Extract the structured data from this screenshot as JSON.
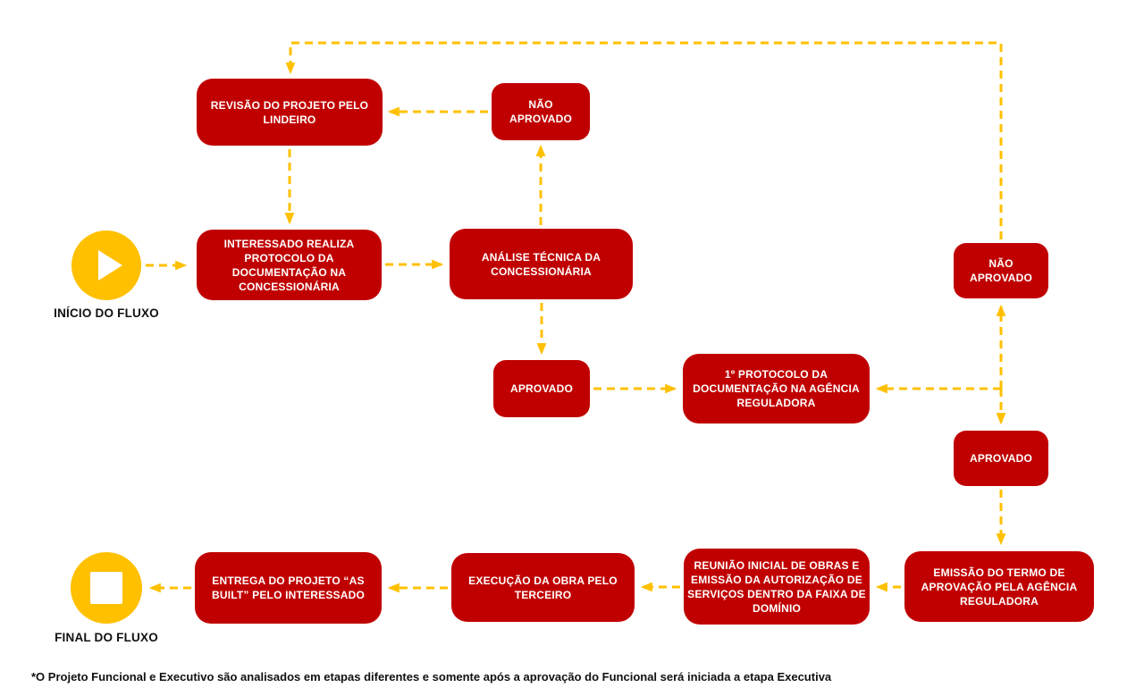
{
  "diagram": {
    "start_label": "INÍCIO DO FLUXO",
    "end_label": "FINAL DO FLUXO",
    "footnote": "*O Projeto Funcional e Executivo são analisados em etapas diferentes e somente após a aprovação do Funcional será iniciada a etapa Executiva",
    "colors": {
      "node_fill": "#C00000",
      "node_text": "#FFFFFF",
      "connector": "#FFC000",
      "terminal_fill": "#FFC000",
      "label_text": "#111111"
    },
    "nodes": {
      "revisao_projeto_lindeiro": "REVISÃO DO PROJETO PELO LINDEIRO",
      "nao_aprovado_concessionaria": "NÃO APROVADO",
      "interessado_protocolo": "INTERESSADO REALIZA PROTOCOLO DA DOCUMENTAÇÃO NA CONCESSIONÁRIA",
      "analise_tecnica": "ANÁLISE TÉCNICA DA CONCESSIONÁRIA",
      "nao_aprovado_agencia": "NÃO APROVADO",
      "aprovado_concessionaria": "APROVADO",
      "primeiro_protocolo_agencia": "1º PROTOCOLO DA DOCUMENTAÇÃO NA AGÊNCIA REGULADORA",
      "aprovado_agencia": "APROVADO",
      "emissao_termo": "EMISSÃO DO TERMO DE APROVAÇÃO PELA AGÊNCIA REGULADORA",
      "reuniao_inicial": "REUNIÃO INICIAL DE OBRAS E EMISSÃO DA AUTORIZAÇÃO DE SERVIÇOS DENTRO DA FAIXA DE DOMÍNIO",
      "execucao_obra": "EXECUÇÃO DA OBRA PELO TERCEIRO",
      "entrega_as_built": "ENTREGA DO PROJETO “AS BUILT” PELO INTERESSADO"
    },
    "edges": [
      {
        "from": "inicio",
        "to": "interessado_protocolo"
      },
      {
        "from": "interessado_protocolo",
        "to": "analise_tecnica"
      },
      {
        "from": "analise_tecnica",
        "to": "nao_aprovado_concessionaria"
      },
      {
        "from": "nao_aprovado_concessionaria",
        "to": "revisao_projeto_lindeiro"
      },
      {
        "from": "revisao_projeto_lindeiro",
        "to": "interessado_protocolo"
      },
      {
        "from": "nao_aprovado_agencia",
        "to": "revisao_projeto_lindeiro"
      },
      {
        "from": "analise_tecnica",
        "to": "aprovado_concessionaria"
      },
      {
        "from": "aprovado_concessionaria",
        "to": "primeiro_protocolo_agencia"
      },
      {
        "from": "junction_agencia",
        "to": "primeiro_protocolo_agencia"
      },
      {
        "from": "junction_agencia",
        "to": "nao_aprovado_agencia"
      },
      {
        "from": "junction_agencia",
        "to": "aprovado_agencia"
      },
      {
        "from": "aprovado_agencia",
        "to": "emissao_termo"
      },
      {
        "from": "emissao_termo",
        "to": "reuniao_inicial"
      },
      {
        "from": "reuniao_inicial",
        "to": "execucao_obra"
      },
      {
        "from": "execucao_obra",
        "to": "entrega_as_built"
      },
      {
        "from": "entrega_as_built",
        "to": "fim"
      }
    ]
  }
}
